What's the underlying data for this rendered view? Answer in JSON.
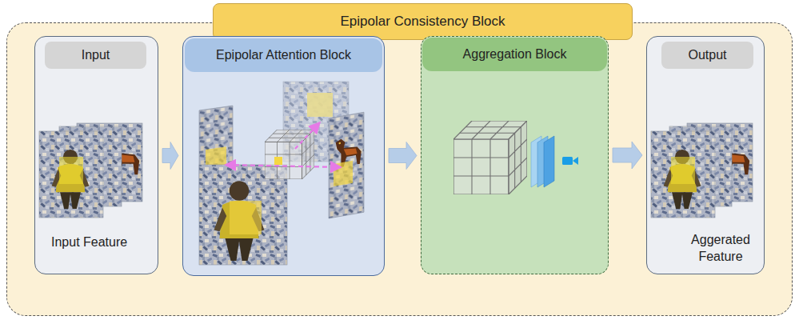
{
  "diagram": {
    "nodes": [
      {
        "text": [
          "Epipolar Consistency Block"
        ]
      },
      {
        "text": [
          "Input",
          "Input Feature"
        ],
        "in": 0
      },
      {
        "text": [
          "Epipolar Attention Block"
        ],
        "in": 0
      },
      {
        "text": [
          "Aggregation Block"
        ],
        "in": 0
      },
      {
        "text": [
          "Output",
          "Aggerated Feature"
        ],
        "in": 0
      }
    ],
    "edges": [
      {
        "from": 1,
        "to": 2,
        "arrow": "to"
      },
      {
        "from": 2,
        "to": 3,
        "arrow": "to"
      },
      {
        "from": 3,
        "to": 4,
        "arrow": "to"
      }
    ]
  }
}
